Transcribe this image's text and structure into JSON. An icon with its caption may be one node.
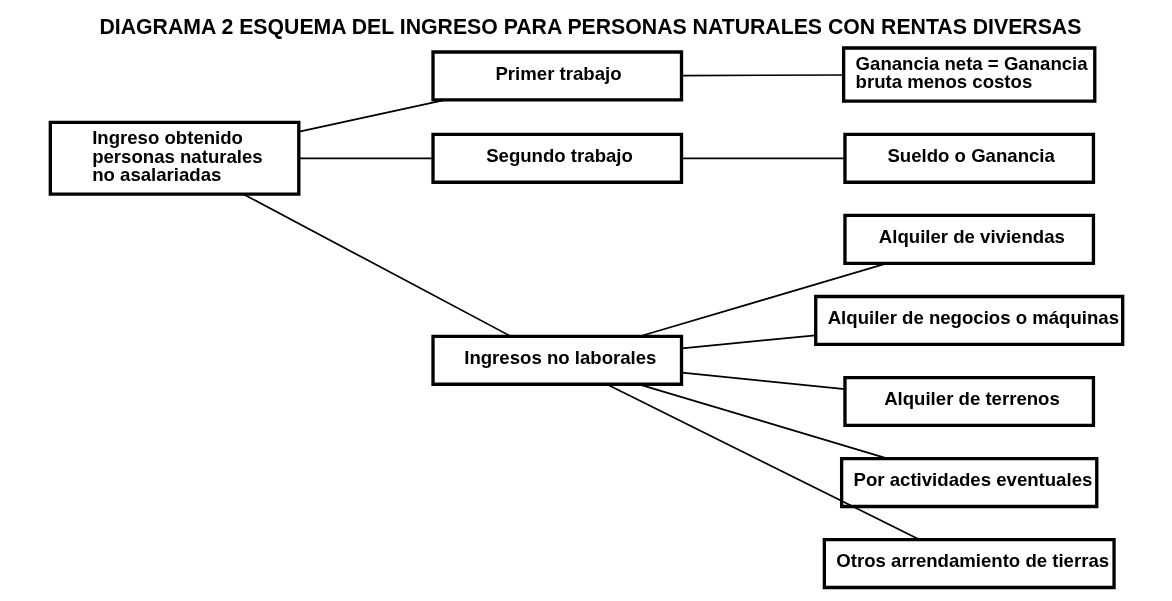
{
  "diagram": {
    "title": "DIAGRAMA 2 ESQUEMA DEL INGRESO PARA PERSONAS NATURALES CON RENTAS DIVERSAS",
    "nodes": [
      {
        "text": [
          "Ingreso obtenido personas naturales no asalariadas"
        ]
      },
      {
        "text": [
          "Primer trabajo"
        ]
      },
      {
        "text": [
          "Segundo trabajo"
        ]
      },
      {
        "text": [
          "Ingresos no laborales"
        ]
      },
      {
        "text": [
          "Ganancia neta = Ganancia bruta menos costos"
        ]
      },
      {
        "text": [
          "Sueldo o Ganancia"
        ]
      },
      {
        "text": [
          "Alquiler de viviendas"
        ]
      },
      {
        "text": [
          "Alquiler de negocios o máquinas"
        ]
      },
      {
        "text": [
          "Alquiler de terrenos"
        ]
      },
      {
        "text": [
          "Por actividades eventuales"
        ]
      },
      {
        "text": [
          "Otros arrendamiento de tierras"
        ]
      }
    ],
    "edges": [
      {
        "from": 0,
        "to": 1,
        "arrow": "none"
      },
      {
        "from": 0,
        "to": 2,
        "arrow": "none"
      },
      {
        "from": 0,
        "to": 3,
        "arrow": "none"
      },
      {
        "from": 1,
        "to": 4,
        "arrow": "none"
      },
      {
        "from": 2,
        "to": 5,
        "arrow": "none"
      },
      {
        "from": 3,
        "to": 6,
        "arrow": "none"
      },
      {
        "from": 3,
        "to": 7,
        "arrow": "none"
      },
      {
        "from": 3,
        "to": 8,
        "arrow": "none"
      },
      {
        "from": 3,
        "to": 9,
        "arrow": "none"
      },
      {
        "from": 3,
        "to": 10,
        "arrow": "none"
      }
    ]
  }
}
